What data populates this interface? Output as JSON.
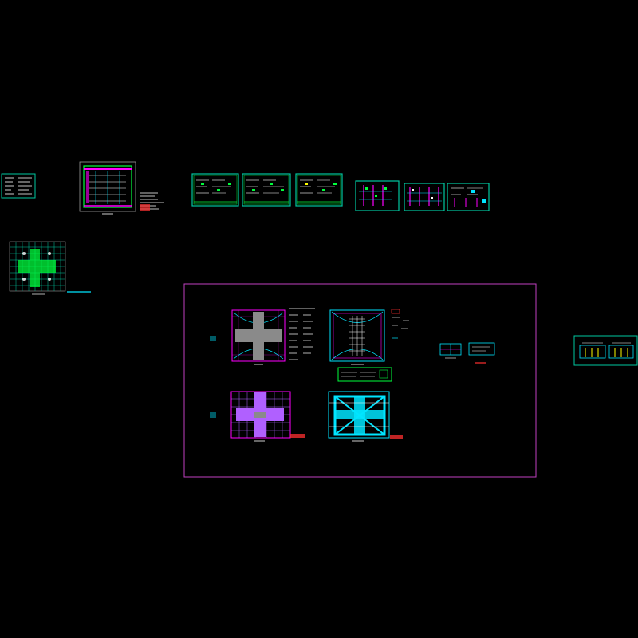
{
  "canvas": {
    "background": "#000000"
  },
  "palette": {
    "green": "#00ff3c",
    "teal": "#00c8a0",
    "cyan": "#00e5ff",
    "magenta": "#ff00ff",
    "purple": "#b060ff",
    "white": "#ffffff",
    "red": "#ff3030",
    "yellow": "#ffff00",
    "gray": "#9a9a9a",
    "frame_magenta": "#c040c0"
  },
  "sheets": [
    {
      "name": "legend-sheet",
      "kind": "text-block"
    },
    {
      "name": "site-plan-sheet",
      "kind": "plan"
    },
    {
      "name": "detail-sheet-1",
      "kind": "detail"
    },
    {
      "name": "detail-sheet-2",
      "kind": "detail"
    },
    {
      "name": "detail-sheet-3",
      "kind": "detail"
    },
    {
      "name": "elevation-sheet-1",
      "kind": "elevation"
    },
    {
      "name": "elevation-sheet-2",
      "kind": "elevation"
    },
    {
      "name": "elevation-sheet-3",
      "kind": "elevation"
    },
    {
      "name": "grid-plan-sheet",
      "kind": "plan"
    },
    {
      "name": "main-plan-frame",
      "kind": "frame"
    },
    {
      "name": "section-sheet-right",
      "kind": "section"
    }
  ]
}
